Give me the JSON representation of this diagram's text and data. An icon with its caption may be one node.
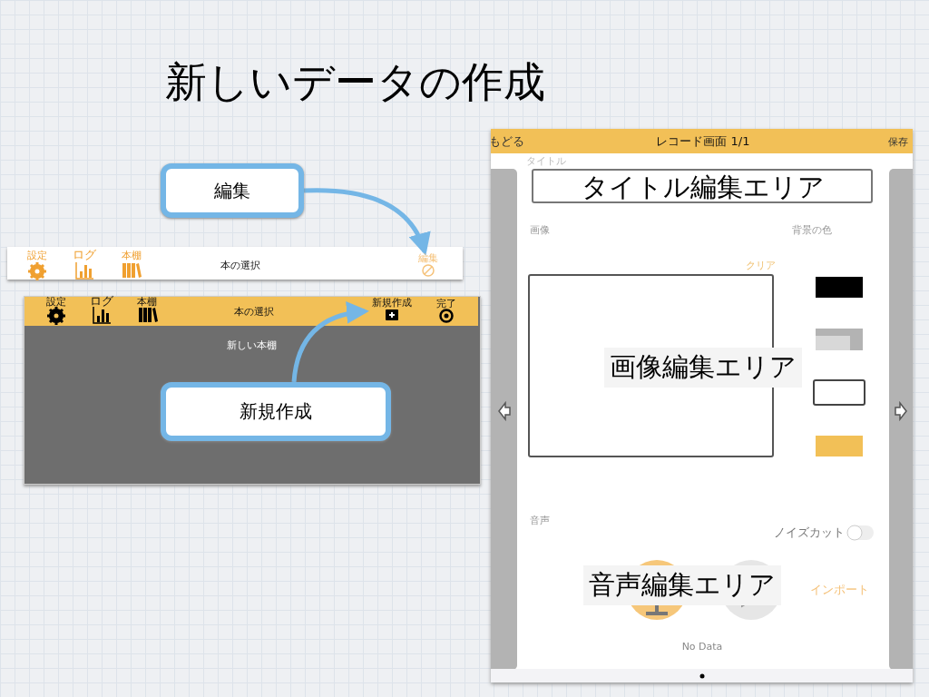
{
  "diagram": {
    "title": "新しいデータの作成",
    "nodes": [
      {
        "text": [
          "編集"
        ]
      },
      {
        "text": [
          "編集"
        ]
      },
      {
        "text": [
          "新規作成"
        ]
      },
      {
        "text": [
          "新規作成"
        ]
      }
    ],
    "edges": [
      {
        "from": 0,
        "to": 1,
        "arrow": "to"
      },
      {
        "from": 2,
        "to": 3,
        "arrow": "to"
      }
    ],
    "labels": [
      "設定",
      "ログ",
      "本棚",
      "本の選択",
      "設定",
      "ログ",
      "本棚",
      "本の選択",
      "完了",
      "新しい本棚",
      "もどる",
      "レコード画面 1/1",
      "保存",
      "タイトル",
      "タイトル編集エリア",
      "画像",
      "背景の色",
      "クリア",
      "画像編集エリア",
      "音声",
      "ノイズカット",
      "音声編集エリア",
      "インポート",
      "No Data"
    ]
  }
}
